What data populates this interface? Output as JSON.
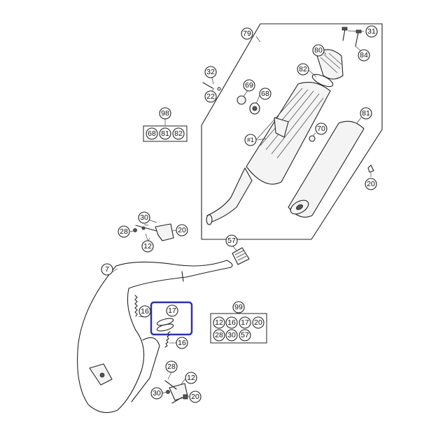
{
  "callouts": {
    "c79": "79",
    "c31": "31",
    "c80": "80",
    "c84": "84",
    "c82a": "82",
    "c32": "32",
    "c22": "22",
    "c69": "69",
    "c68": "68",
    "c98": "98",
    "k98a": "68",
    "k98b": "81",
    "k98c": "82",
    "c81": "81",
    "c70": "70",
    "c1": "#1",
    "c20a": "20",
    "c30a": "30",
    "c28a": "28",
    "c20b": "20",
    "c12a": "12",
    "c57": "57",
    "c7": "7",
    "c16a": "16",
    "c17": "17",
    "c16b": "16",
    "c99": "99",
    "k99a": "12",
    "k99b": "16",
    "k99c": "17",
    "k99d": "20",
    "k99e": "28",
    "k99f": "30",
    "k99g": "57",
    "c28b": "28",
    "c12b": "12",
    "c30b": "30",
    "c20c": "20"
  },
  "highlight_color": "#3232a8"
}
